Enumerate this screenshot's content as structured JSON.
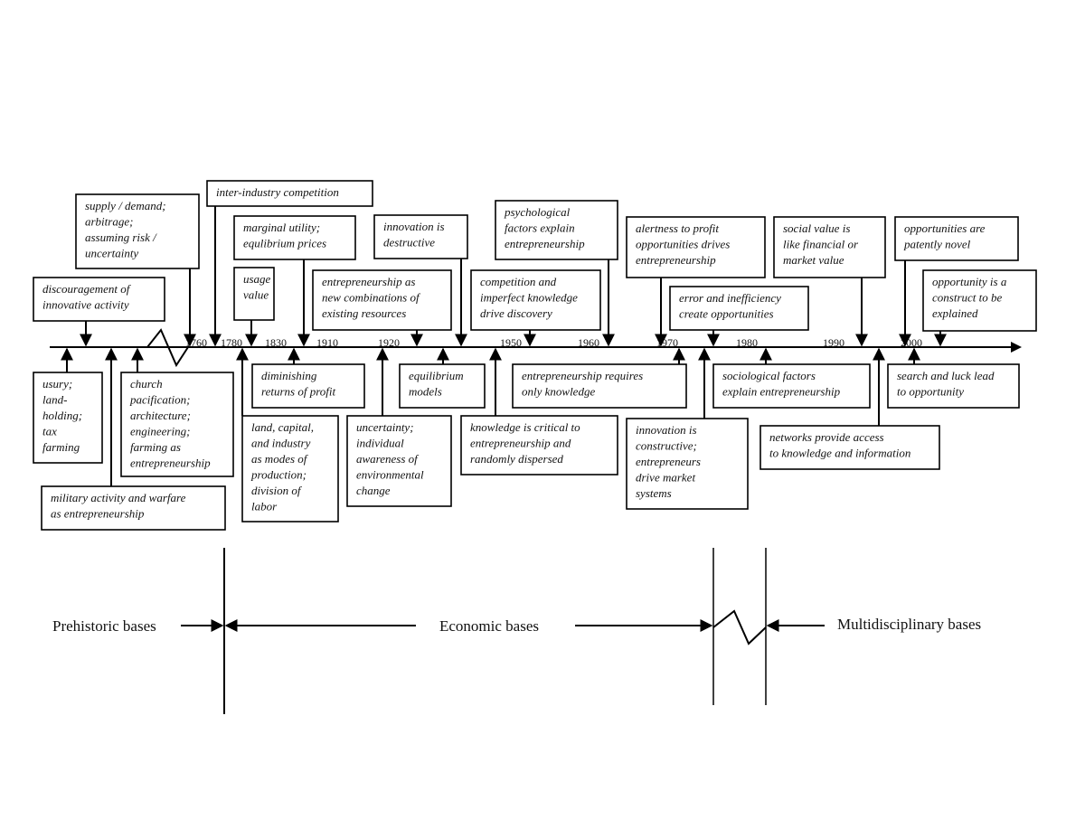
{
  "timeline": {
    "years": [
      "1760",
      "1780",
      "1830",
      "1910",
      "1920",
      "1950",
      "1960",
      "1970",
      "1980",
      "1990",
      "2000"
    ]
  },
  "events_above": [
    {
      "id": "supply-demand",
      "lines": [
        "supply / demand;",
        "arbitrage;",
        "assuming risk /",
        "uncertainty"
      ]
    },
    {
      "id": "inter-industry-competition",
      "lines": [
        "inter-industry competition"
      ]
    },
    {
      "id": "marginal-utility",
      "lines": [
        "marginal utility;",
        "equlibrium prices"
      ]
    },
    {
      "id": "usage-value",
      "lines": [
        "usage",
        "value"
      ]
    },
    {
      "id": "discouragement",
      "lines": [
        "discouragement of",
        "innovative activity"
      ]
    },
    {
      "id": "innovation-destructive",
      "lines": [
        "innovation is",
        "destructive"
      ]
    },
    {
      "id": "new-combinations",
      "lines": [
        "entrepreneurship as",
        "new combinations of",
        "existing resources"
      ]
    },
    {
      "id": "psychological-factors",
      "lines": [
        "psychological",
        "factors explain",
        "entrepreneurship"
      ]
    },
    {
      "id": "competition-imperfect",
      "lines": [
        "competition and",
        "imperfect knowledge",
        "drive discovery"
      ]
    },
    {
      "id": "alertness",
      "lines": [
        "alertness to profit",
        "opportunities drives",
        "entrepreneurship"
      ]
    },
    {
      "id": "error-inefficiency",
      "lines": [
        "error and inefficiency",
        "create opportunities"
      ]
    },
    {
      "id": "social-value",
      "lines": [
        "social value is",
        "like financial or",
        "market value"
      ]
    },
    {
      "id": "patently-novel",
      "lines": [
        "opportunities are",
        "patently novel"
      ]
    },
    {
      "id": "construct",
      "lines": [
        "opportunity is a",
        "construct to be",
        "explained"
      ]
    }
  ],
  "events_below": [
    {
      "id": "usury",
      "lines": [
        "usury;",
        "land-",
        "holding;",
        "tax",
        "farming"
      ]
    },
    {
      "id": "church",
      "lines": [
        "church",
        "pacification;",
        "architecture;",
        "engineering;",
        "farming as",
        "entrepreneurship"
      ]
    },
    {
      "id": "military",
      "lines": [
        "military activity and warfare",
        "as entrepreneurship"
      ]
    },
    {
      "id": "diminishing-returns",
      "lines": [
        "diminishing",
        "returns of profit"
      ]
    },
    {
      "id": "land-capital",
      "lines": [
        "land, capital,",
        "and industry",
        "as modes of",
        "production;",
        "division of",
        "labor"
      ]
    },
    {
      "id": "equilibrium-models",
      "lines": [
        "equilibrium",
        "models"
      ]
    },
    {
      "id": "uncertainty",
      "lines": [
        "uncertainty;",
        "individual",
        "awareness of",
        "environmental",
        "change"
      ]
    },
    {
      "id": "knowledge-critical",
      "lines": [
        "knowledge is critical to",
        "entrepreneurship and",
        "randomly dispersed"
      ]
    },
    {
      "id": "requires-knowledge",
      "lines": [
        "entrepreneurship requires",
        "only knowledge"
      ]
    },
    {
      "id": "innovation-constructive",
      "lines": [
        "innovation is",
        "constructive;",
        "entrepreneurs",
        "drive market",
        "systems"
      ]
    },
    {
      "id": "sociological",
      "lines": [
        "sociological factors",
        "explain entrepreneurship"
      ]
    },
    {
      "id": "networks",
      "lines": [
        "networks provide access",
        "to knowledge and information"
      ]
    },
    {
      "id": "search-luck",
      "lines": [
        "search and luck lead",
        "to opportunity"
      ]
    }
  ],
  "bases": {
    "prehistoric": "Prehistoric bases",
    "economic": "Economic bases",
    "multidisciplinary": "Multidisciplinary bases"
  }
}
